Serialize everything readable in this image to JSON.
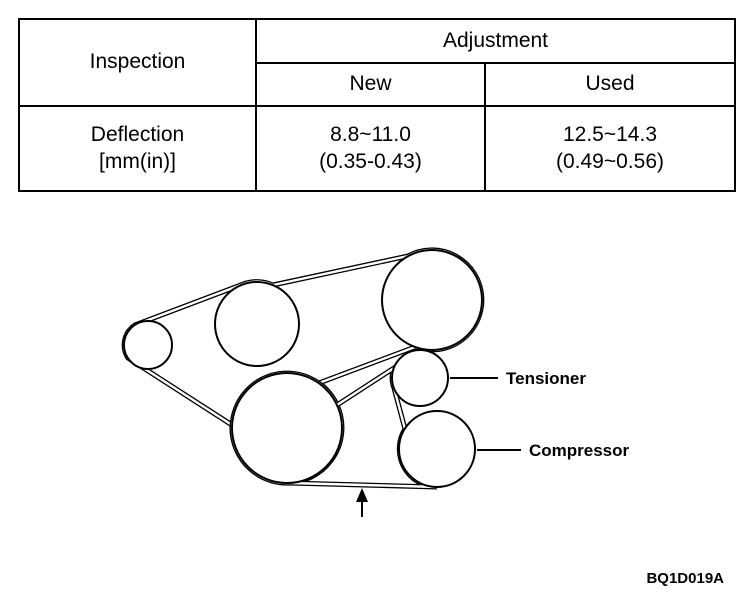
{
  "page": {
    "figure_code": "BQ1D019A"
  },
  "table": {
    "headers": {
      "inspection": "Inspection",
      "adjustment": "Adjustment",
      "new": "New",
      "used": "Used"
    },
    "row": {
      "label_line1": "Deflection",
      "label_line2": "[mm(in)]",
      "new_line1": "8.8~11.0",
      "new_line2": "(0.35-0.43)",
      "used_line1": "12.5~14.3",
      "used_line2": "(0.49~0.56)"
    }
  },
  "diagram": {
    "labels": {
      "tensioner": "Tensioner",
      "compressor": "Compressor"
    },
    "line_color": "#000000"
  }
}
